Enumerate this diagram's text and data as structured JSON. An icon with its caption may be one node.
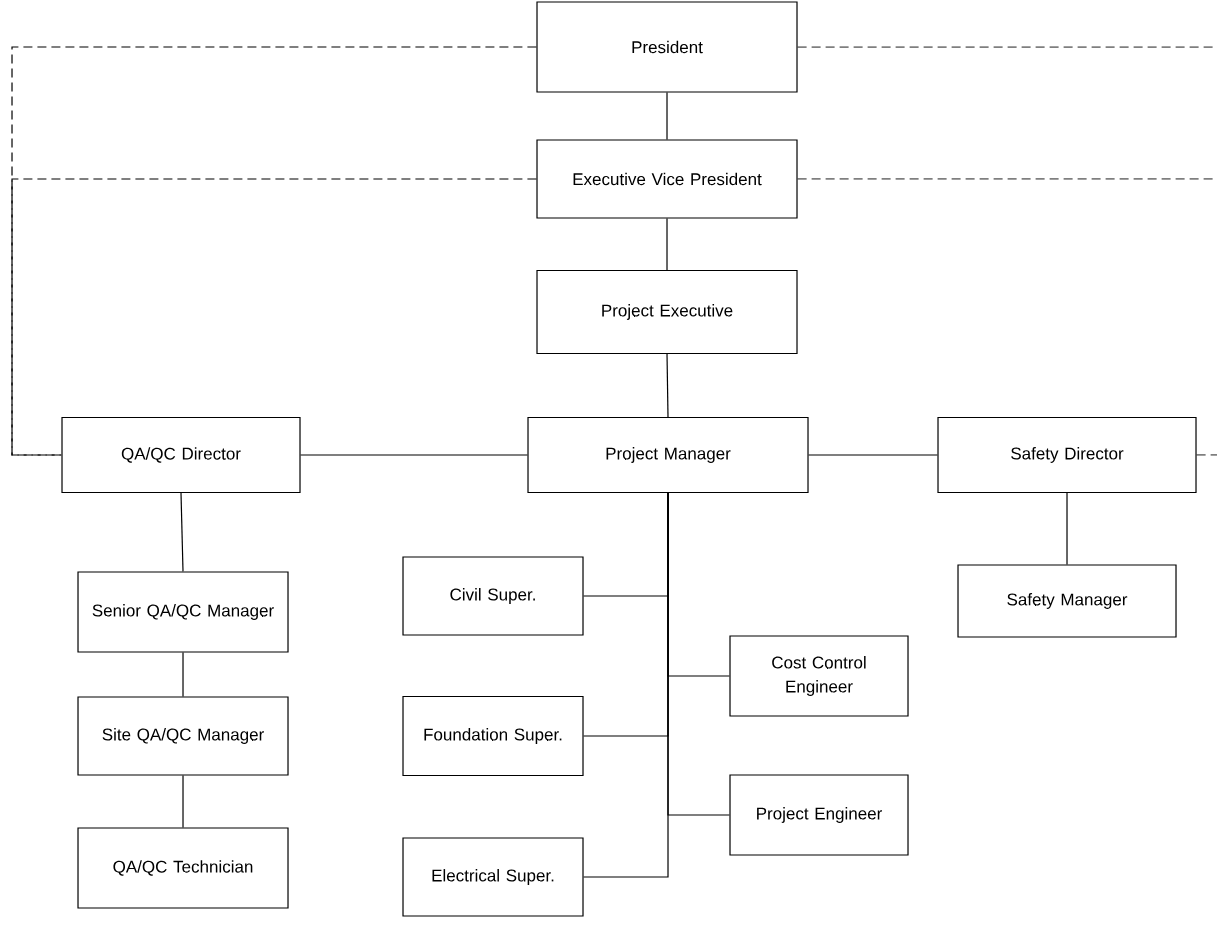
{
  "diagram": {
    "nodes": [
      {
        "text": [
          "President"
        ]
      },
      {
        "text": [
          "Executive Vice President"
        ]
      },
      {
        "text": [
          "Project Executive"
        ]
      },
      {
        "text": [
          "QA/QC Director"
        ]
      },
      {
        "text": [
          "Project Manager"
        ]
      },
      {
        "text": [
          "Safety Director"
        ]
      },
      {
        "text": [
          "Senior QA/QC Manager"
        ]
      },
      {
        "text": [
          "Site QA/QC Manager"
        ]
      },
      {
        "text": [
          "QA/QC Technician"
        ]
      },
      {
        "text": [
          "Civil Super."
        ]
      },
      {
        "text": [
          "Cost Control Engineer"
        ]
      },
      {
        "text": [
          "Foundation Super."
        ]
      },
      {
        "text": [
          "Project Engineer"
        ]
      },
      {
        "text": [
          "Electrical Super."
        ]
      },
      {
        "text": [
          "Safety Manager"
        ]
      }
    ],
    "edges": [
      {
        "from": 0,
        "to": 1,
        "arrow": "none"
      },
      {
        "from": 1,
        "to": 2,
        "arrow": "none"
      },
      {
        "from": 2,
        "to": 4,
        "arrow": "none"
      },
      {
        "from": 3,
        "to": 4,
        "arrow": "none"
      },
      {
        "from": 4,
        "to": 5,
        "arrow": "none"
      },
      {
        "from": 3,
        "to": 6,
        "arrow": "none"
      },
      {
        "from": 6,
        "to": 7,
        "arrow": "none"
      },
      {
        "from": 7,
        "to": 8,
        "arrow": "none"
      },
      {
        "from": 5,
        "to": 14,
        "arrow": "none"
      },
      {
        "from": 4,
        "to": 9,
        "arrow": "none"
      },
      {
        "from": 4,
        "to": 10,
        "arrow": "none"
      },
      {
        "from": 4,
        "to": 11,
        "arrow": "none"
      },
      {
        "from": 4,
        "to": 12,
        "arrow": "none"
      },
      {
        "from": 4,
        "to": 13,
        "arrow": "none"
      },
      {
        "from": 0,
        "to": 3,
        "arrow": "none",
        "style": "dashed"
      },
      {
        "from": 1,
        "to": 3,
        "arrow": "none",
        "style": "dashed"
      },
      {
        "from": 0,
        "to": null,
        "arrow": "none",
        "style": "dashed"
      },
      {
        "from": 1,
        "to": null,
        "arrow": "none",
        "style": "dashed"
      },
      {
        "from": 5,
        "to": null,
        "arrow": "none",
        "style": "dashed"
      }
    ]
  }
}
